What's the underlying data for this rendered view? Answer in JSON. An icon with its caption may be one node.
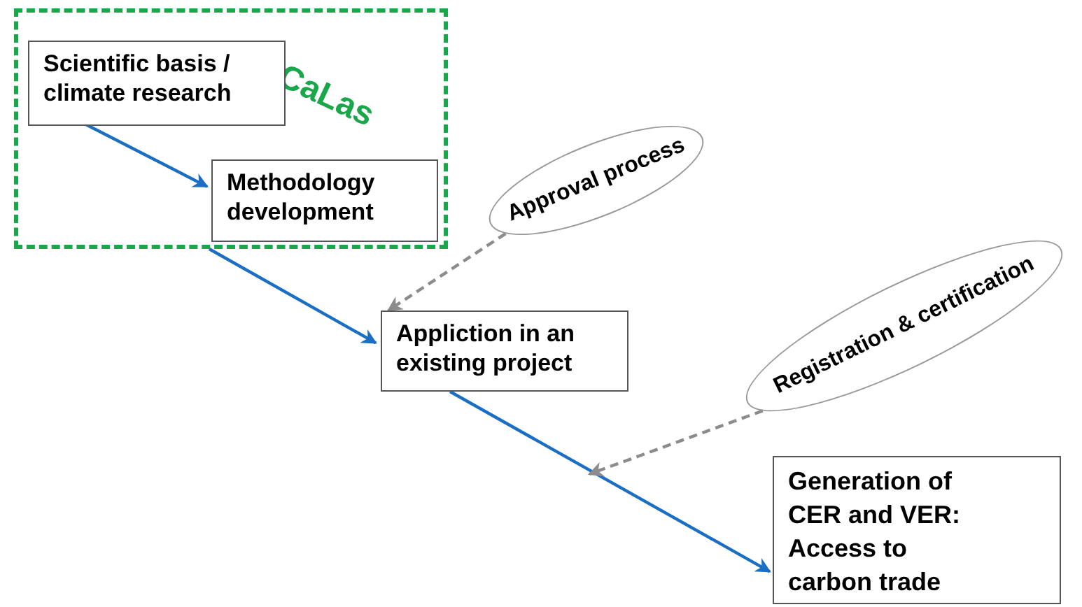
{
  "diagram": {
    "nodes": [
      {
        "text": [
          "CaLas"
        ]
      },
      {
        "text": [
          "Scientific basis / climate research"
        ],
        "in": 0
      },
      {
        "text": [
          "Methodology development"
        ],
        "in": 0
      },
      {
        "text": [
          "Approval process"
        ]
      },
      {
        "text": [
          "Appliction in an existing project"
        ]
      },
      {
        "text": [
          "Registration & certification"
        ]
      },
      {
        "text": [
          "Generation of CER and VER: Access to carbon trade"
        ]
      }
    ],
    "edges": [
      {
        "from": 1,
        "to": 2,
        "arrow": "to"
      },
      {
        "from": 0,
        "to": 4,
        "arrow": "to"
      },
      {
        "from": 4,
        "to": 6,
        "arrow": "to"
      },
      {
        "from": 3,
        "to": 4,
        "arrow": "to",
        "style": "dashed",
        "color": "#8c8c8c"
      },
      {
        "from": 5,
        "to": null,
        "arrow": "to",
        "style": "dashed",
        "color": "#8c8c8c"
      }
    ]
  }
}
